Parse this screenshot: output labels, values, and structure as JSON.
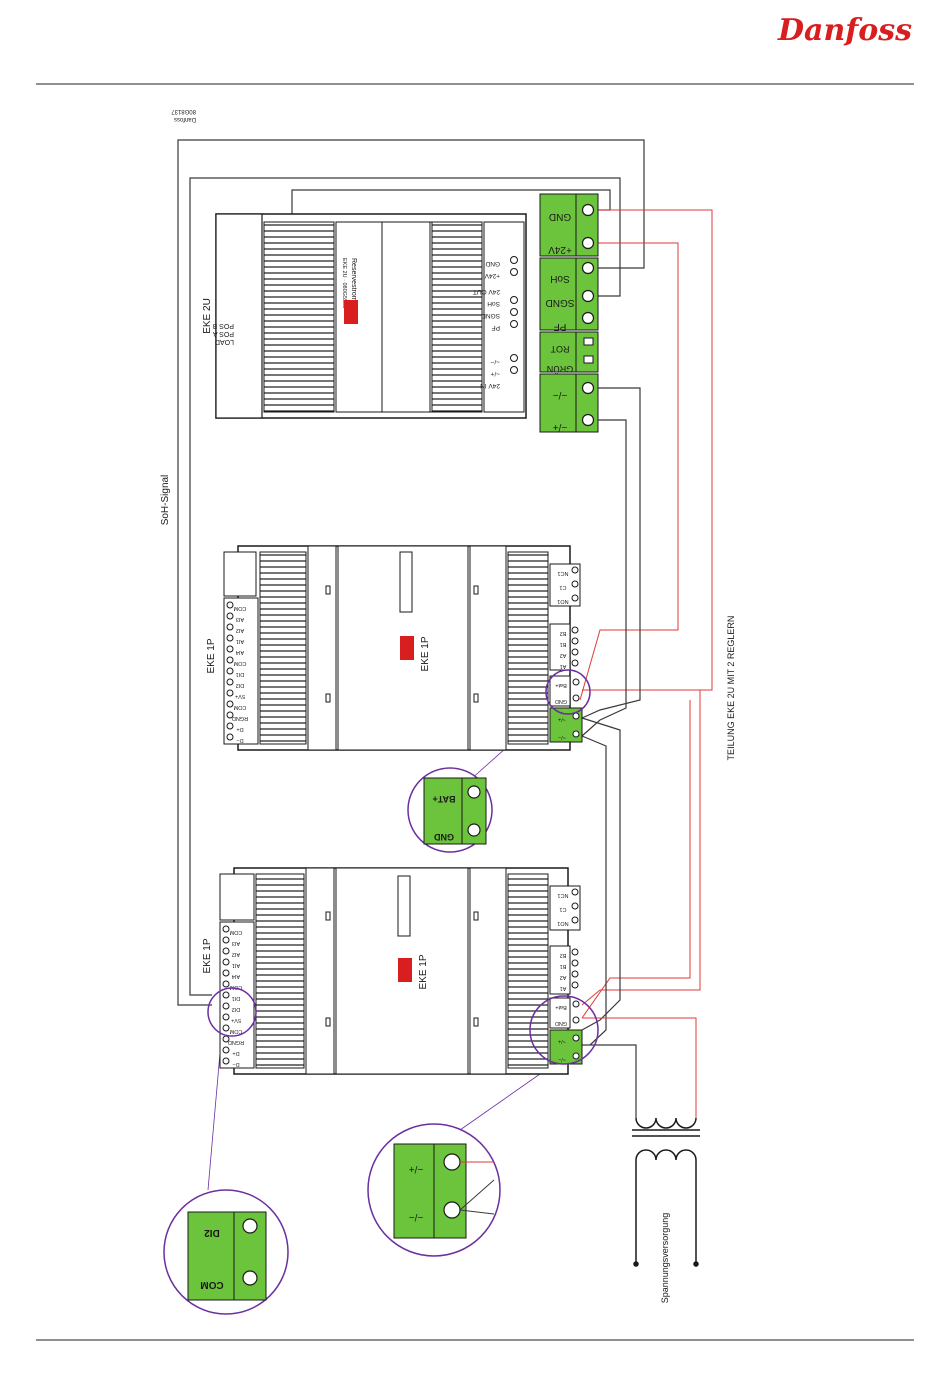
{
  "brand": {
    "logo": "Danfoss",
    "color": "#d81e1e"
  },
  "colors": {
    "terminal_green": "#6cc33c",
    "highlight_circle": "#6b2fa0",
    "wire_red": "#e03a3a",
    "wire_black": "#3a3a3a"
  },
  "figure_code": {
    "line1": "Danfoss",
    "line2": "80G8137"
  },
  "labels": {
    "soh_signal": "SoH-Signal",
    "teilung": "TEILUNG EKE 2U MIT 2 REGLERN",
    "spannungsversorgung": "Spannungsversorgung"
  },
  "eke2u": {
    "name": "EKE 2U",
    "front_title": "Reservestrommodul",
    "front_sub": "EKE 2U · 080G5555",
    "status_labels": [
      "LOAD",
      "POS A",
      "POS B"
    ],
    "terminals_out_title": "24V  OUT",
    "terminals_out": [
      "GND",
      "+24V"
    ],
    "terminals_soh": [
      "SoH",
      "SGND",
      "PF"
    ],
    "terminals_in_title": "24V  IN",
    "terminals_in": [
      "~/−",
      "~/+"
    ],
    "right_block_24v": [
      "GND",
      "+24V"
    ],
    "right_block_soh": [
      "SoH",
      "SGND",
      "PF"
    ],
    "right_block_leds": [
      "ROT",
      "GRÜN"
    ],
    "right_block_power": [
      "~/−",
      "~/+"
    ]
  },
  "eke1p_top": {
    "name": "EKE 1P",
    "left_terminals": [
      "COM",
      "AI3",
      "AI2",
      "AI1",
      "AI4",
      "COM",
      "DI1",
      "DI2",
      "5V+",
      "COM",
      "RGND",
      "D+",
      "D−"
    ],
    "right_relay": [
      "NC1",
      "C1",
      "NO1"
    ],
    "right_ab": [
      "B2",
      "B1",
      "A2",
      "A1"
    ],
    "right_bat": [
      "Bat+",
      "GND"
    ],
    "right_power": [
      "~/+",
      "~/−"
    ]
  },
  "eke1p_bottom": {
    "name": "EKE 1P",
    "left_terminals": [
      "COM",
      "AI3",
      "AI2",
      "AI1",
      "AI4",
      "COM",
      "DI1",
      "DI2",
      "5V+",
      "COM",
      "RGND",
      "D+",
      "D−"
    ],
    "right_relay": [
      "NC1",
      "C1",
      "NO1"
    ],
    "right_ab": [
      "B2",
      "B1",
      "A2",
      "A1"
    ],
    "right_bat": [
      "Bat+",
      "GND"
    ],
    "right_power": [
      "~/+",
      "~/−"
    ]
  },
  "zoom": {
    "bat": {
      "t1": "BAT+",
      "t2": "GND"
    },
    "power": {
      "t1": "~/+",
      "t2": "~/−"
    },
    "di": {
      "t1": "DI2",
      "t2": "COM"
    }
  }
}
